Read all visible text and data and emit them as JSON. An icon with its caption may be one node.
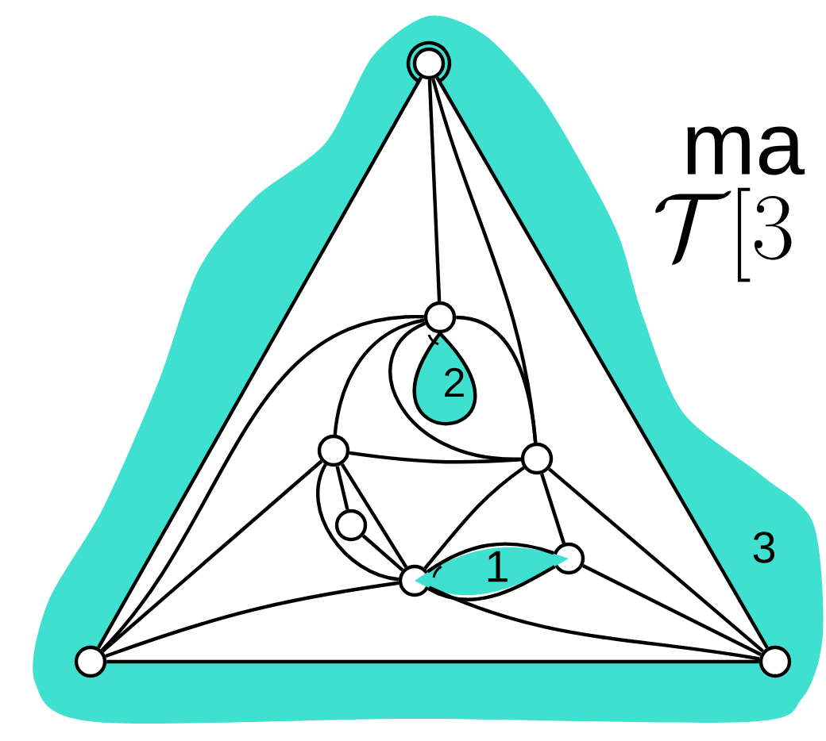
{
  "diagram": {
    "nodes": [
      {
        "text": [],
        "shape": "circle"
      },
      {
        "text": [],
        "shape": "circle"
      },
      {
        "text": [],
        "shape": "circle"
      },
      {
        "text": [],
        "shape": "circle"
      },
      {
        "text": [],
        "shape": "circle"
      },
      {
        "text": [],
        "shape": "circle"
      },
      {
        "text": [],
        "shape": "circle"
      },
      {
        "text": [],
        "shape": "circle"
      },
      {
        "text": [],
        "shape": "circle"
      }
    ],
    "edges": [
      {
        "from": 0,
        "to": 1,
        "arrow": "none"
      },
      {
        "from": 0,
        "to": 2,
        "arrow": "none"
      },
      {
        "from": 1,
        "to": 2,
        "arrow": "none"
      },
      {
        "from": 0,
        "to": 3,
        "arrow": "none"
      },
      {
        "from": 0,
        "to": 5,
        "arrow": "none"
      },
      {
        "from": 1,
        "to": 3,
        "arrow": "none"
      },
      {
        "from": 1,
        "to": 4,
        "arrow": "none"
      },
      {
        "from": 1,
        "to": 7,
        "arrow": "none"
      },
      {
        "from": 2,
        "to": 5,
        "arrow": "none"
      },
      {
        "from": 2,
        "to": 8,
        "arrow": "none"
      },
      {
        "from": 2,
        "to": 7,
        "arrow": "none"
      },
      {
        "from": 3,
        "to": 3,
        "arrow": "none"
      },
      {
        "from": 3,
        "to": 4,
        "arrow": "none"
      },
      {
        "from": 3,
        "to": 5,
        "arrow": "none"
      },
      {
        "from": 3,
        "to": 5,
        "arrow": "none"
      },
      {
        "from": 4,
        "to": 5,
        "arrow": "none"
      },
      {
        "from": 4,
        "to": 6,
        "arrow": "none"
      },
      {
        "from": 4,
        "to": 7,
        "arrow": "none"
      },
      {
        "from": 4,
        "to": 7,
        "arrow": "none"
      },
      {
        "from": 5,
        "to": 7,
        "arrow": "none"
      },
      {
        "from": 5,
        "to": 8,
        "arrow": "none"
      },
      {
        "from": 6,
        "to": 7,
        "arrow": "none"
      },
      {
        "from": 7,
        "to": 8,
        "arrow": "none"
      },
      {
        "from": 7,
        "to": 8,
        "arrow": "none"
      }
    ],
    "labels": [
      "ma",
      "\\mathcal{T}[3",
      "2",
      "3",
      "1"
    ]
  }
}
